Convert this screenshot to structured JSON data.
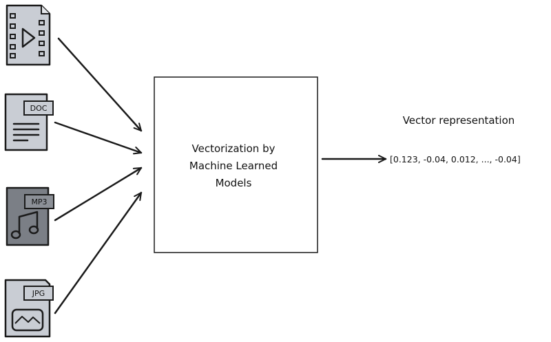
{
  "inputs": [
    {
      "icon": "video-file-icon",
      "tag": ""
    },
    {
      "icon": "document-file-icon",
      "tag": "DOC"
    },
    {
      "icon": "audio-file-icon",
      "tag": "MP3"
    },
    {
      "icon": "image-file-icon",
      "tag": "JPG"
    }
  ],
  "process": {
    "lines": [
      "Vectorization by",
      "Machine Learned",
      "Models"
    ]
  },
  "output": {
    "title": "Vector representation",
    "vector": "[0.123, -0.04, 0.012, ..., -0.04]"
  },
  "colors": {
    "stroke": "#1a1a1a",
    "file_light": "#c9cdd4",
    "file_dark": "#7b7f86",
    "box_fill": "#ffffff"
  }
}
